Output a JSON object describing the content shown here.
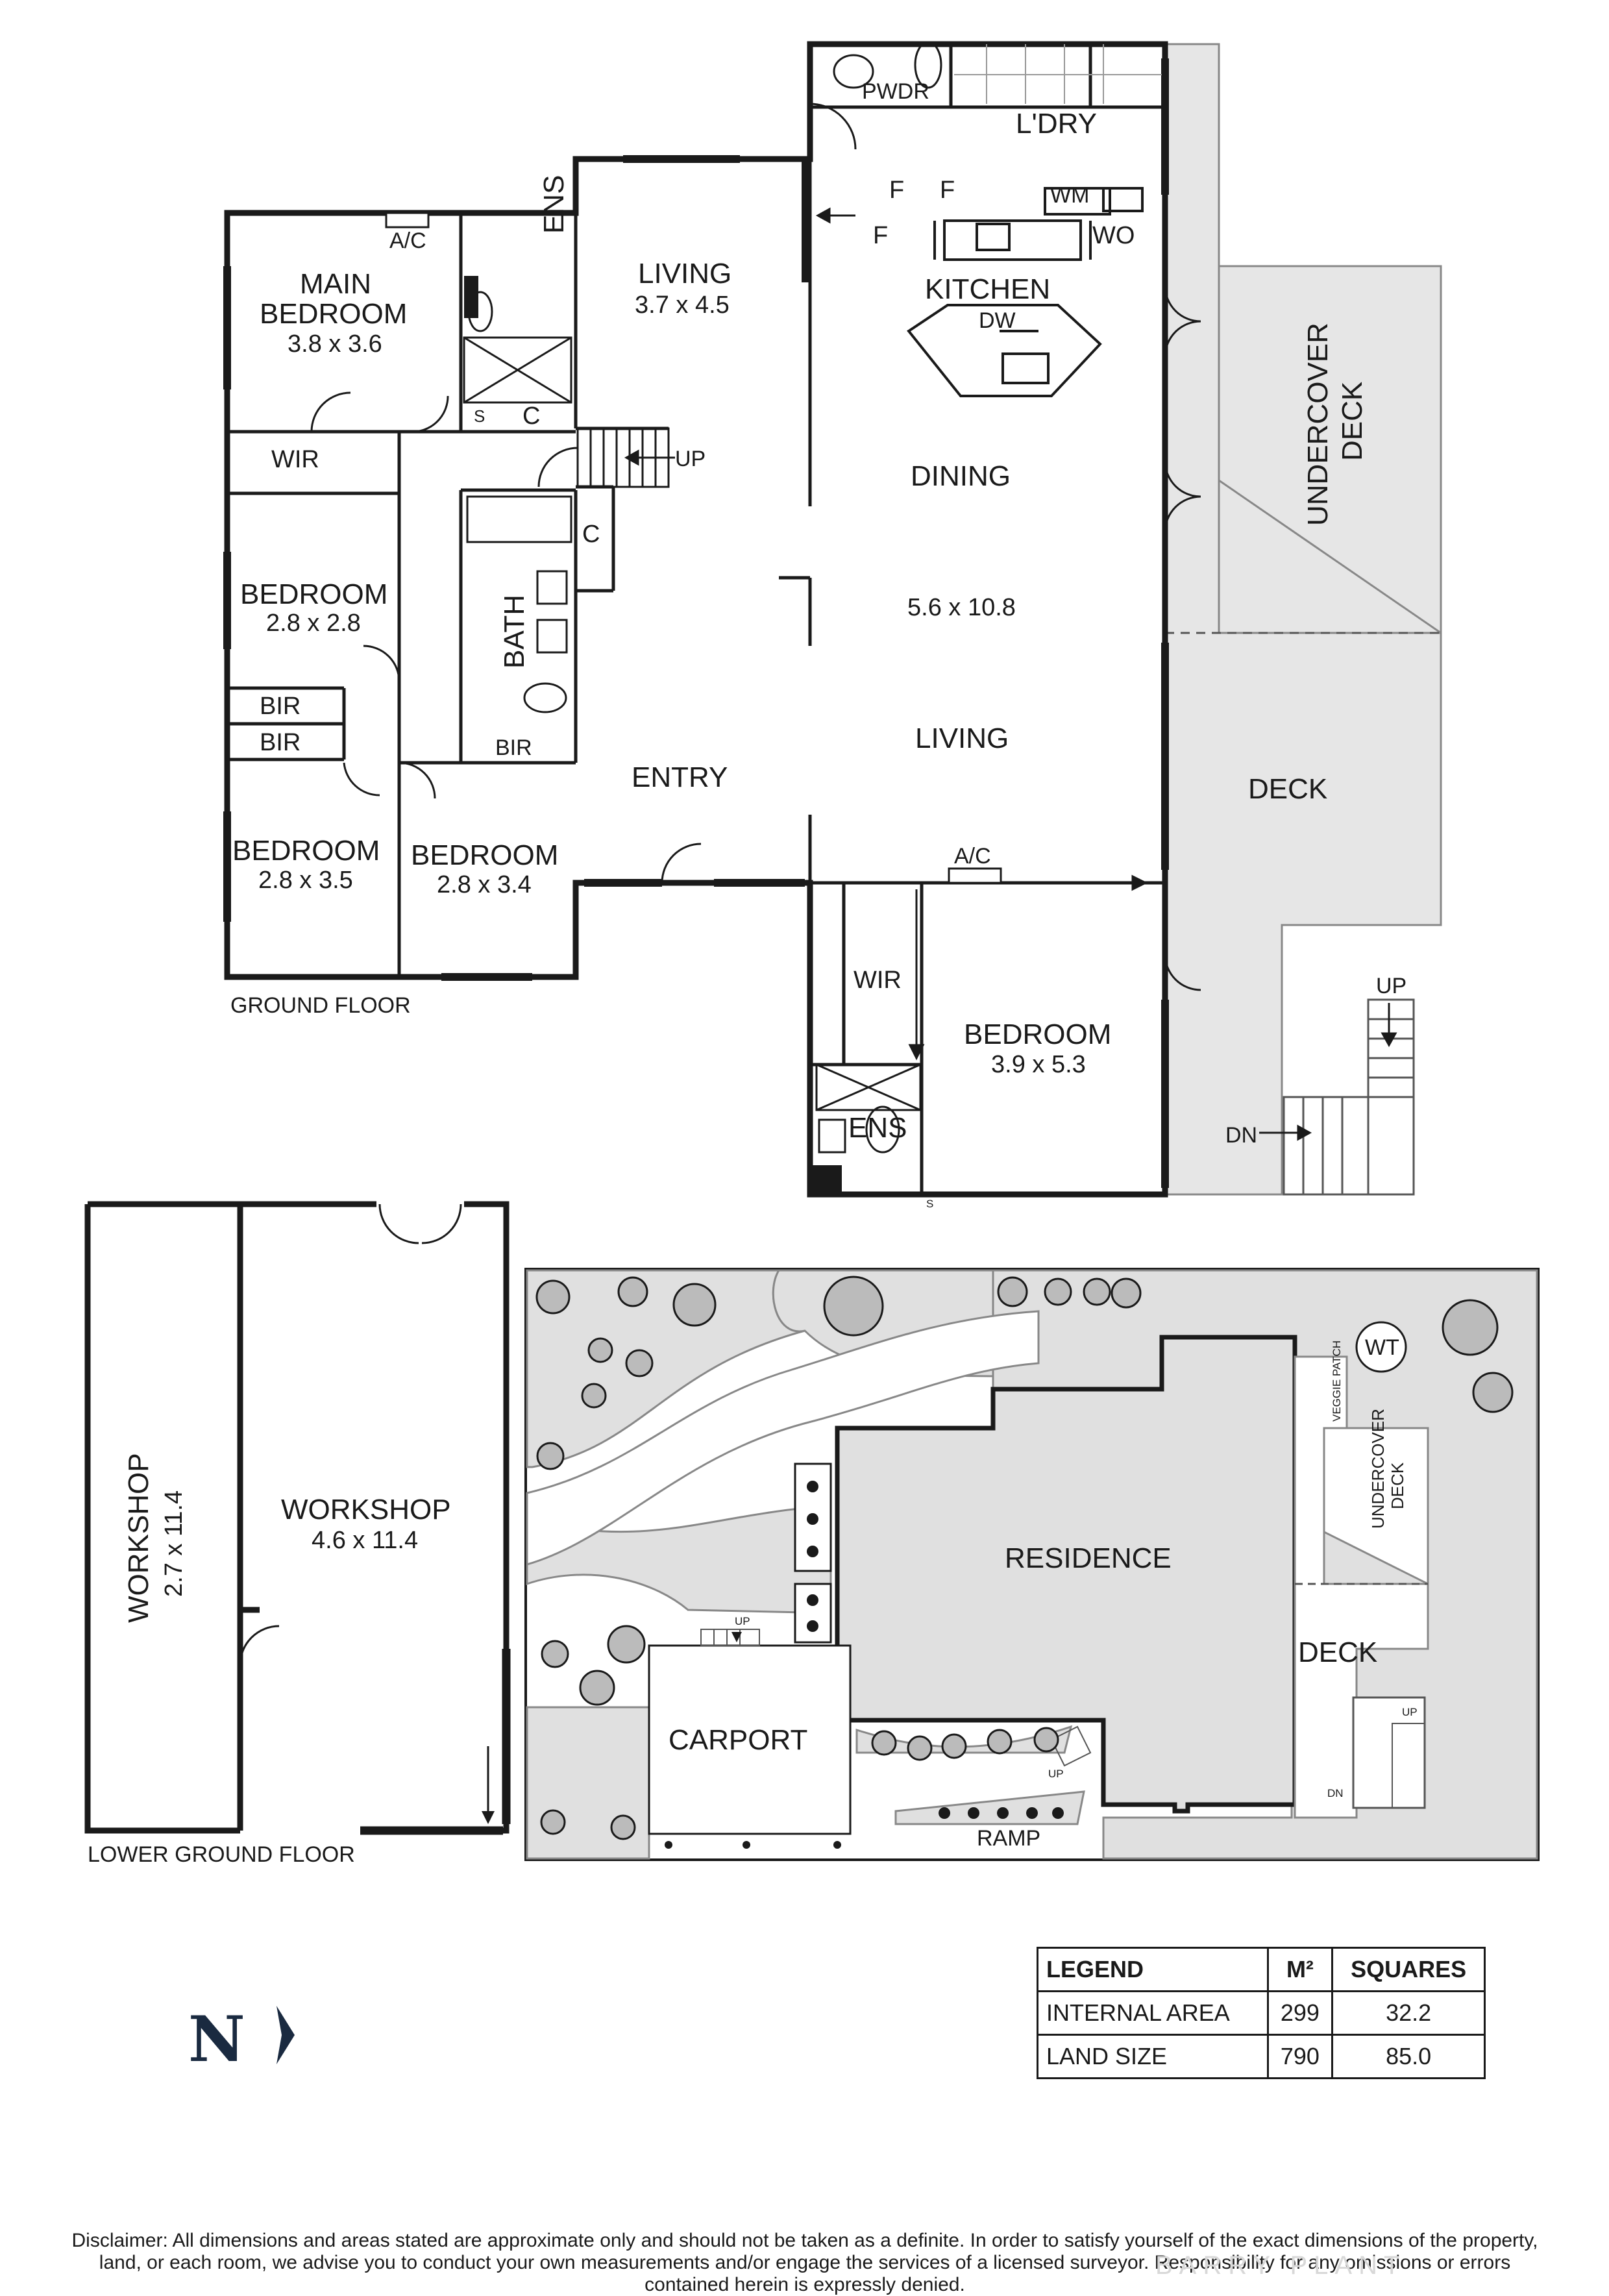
{
  "ground_floor": {
    "label": "GROUND FLOOR",
    "rooms": {
      "pwdr": "PWDR",
      "ldry": "L'DRY",
      "wm": "WM",
      "wo": "WO",
      "f": "F",
      "kitchen": "KITCHEN",
      "dw": "DW",
      "main_bedroom_name": "MAIN\nBEDROOM",
      "main_bedroom_dim": "3.8 x 3.6",
      "ac": "A/C",
      "ens": "ENS",
      "living_upper": "LIVING",
      "living_upper_dim": "3.7 x 4.5",
      "s": "S",
      "c": "C",
      "wir": "WIR",
      "up": "UP",
      "dining": "DINING",
      "dining_living_dim": "5.6 x 10.8",
      "living": "LIVING",
      "undercover_deck": "UNDERCOVER\nDECK",
      "bedroom": "BEDROOM",
      "bedroom1_dim": "2.8 x 2.8",
      "bath": "BATH",
      "bir": "BIR",
      "entry": "ENTRY",
      "deck": "DECK",
      "bedroom2_dim": "2.8 x 3.5",
      "bedroom3_dim": "2.8 x 3.4",
      "bedroom4_dim": "3.9 x 5.3",
      "dn": "DN"
    }
  },
  "lower_ground_floor": {
    "label": "LOWER GROUND FLOOR",
    "workshop": "WORKSHOP",
    "workshop1_dim": "2.7 x 11.4",
    "workshop2_dim": "4.6 x 11.4"
  },
  "site_plan": {
    "wt": "WT",
    "veggie_patch": "VEGGIE PATCH",
    "undercover_deck": "UNDERCOVER\nDECK",
    "residence": "RESIDENCE",
    "deck": "DECK",
    "carport": "CARPORT",
    "ramp": "RAMP",
    "up": "UP",
    "dn": "DN"
  },
  "legend": {
    "header": [
      "LEGEND",
      "M²",
      "SQUARES"
    ],
    "rows": [
      {
        "label": "INTERNAL AREA",
        "m2": "299",
        "squares": "32.2"
      },
      {
        "label": "LAND SIZE",
        "m2": "790",
        "squares": "85.0"
      }
    ]
  },
  "north_label": "N",
  "disclaimer": "Disclaimer: All dimensions and areas stated are approximate only and should not be taken as a definite. In order to satisfy yourself of the exact dimensions of the property, land, or each room, we advise you to conduct your own measurements and/or engage the services of a licensed surveyor. Responsibility for any omissions or errors contained herein is expressly denied.",
  "watermark": "BARRY PLANT"
}
